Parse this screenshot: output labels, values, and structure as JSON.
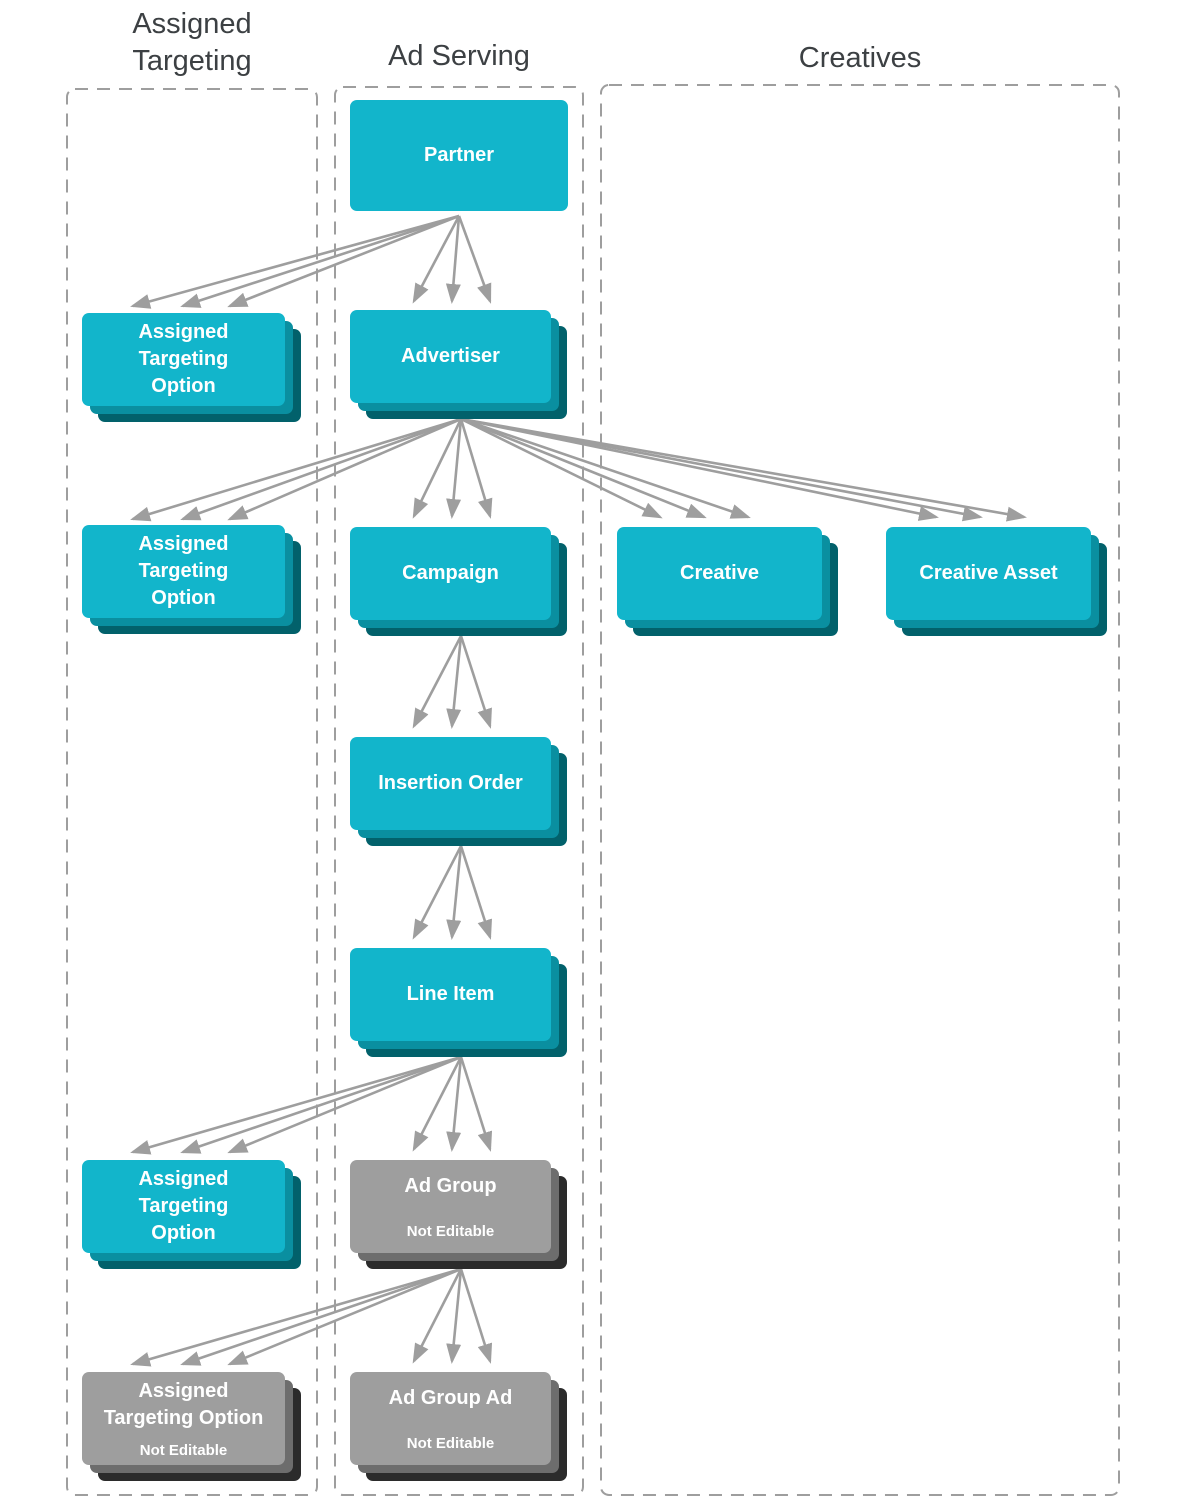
{
  "diagram": {
    "columns": {
      "assigned_targeting": {
        "label": [
          "Assigned",
          "Targeting"
        ]
      },
      "ad_serving": {
        "label": "Ad Serving"
      },
      "creatives": {
        "label": "Creatives"
      }
    },
    "nodes": {
      "partner": {
        "label": "Partner",
        "editable": true
      },
      "ato1": {
        "label": [
          "Assigned",
          "Targeting",
          "Option"
        ],
        "editable": true
      },
      "advertiser": {
        "label": "Advertiser",
        "editable": true
      },
      "ato2": {
        "label": [
          "Assigned",
          "Targeting",
          "Option"
        ],
        "editable": true
      },
      "campaign": {
        "label": "Campaign",
        "editable": true
      },
      "creative": {
        "label": "Creative",
        "editable": true
      },
      "creative_asset": {
        "label": "Creative Asset",
        "editable": true
      },
      "insertion_order": {
        "label": "Insertion Order",
        "editable": true
      },
      "line_item": {
        "label": "Line Item",
        "editable": true
      },
      "ato3": {
        "label": [
          "Assigned",
          "Targeting",
          "Option"
        ],
        "editable": true
      },
      "ad_group": {
        "label": "Ad Group",
        "sublabel": "Not Editable",
        "editable": false
      },
      "ato4": {
        "label": [
          "Assigned",
          "Targeting Option"
        ],
        "sublabel": "Not Editable",
        "editable": false
      },
      "ad_group_ad": {
        "label": "Ad Group Ad",
        "sublabel": "Not Editable",
        "editable": false
      }
    },
    "edges": [
      {
        "from": "partner",
        "to": "ato1",
        "lines": 3
      },
      {
        "from": "partner",
        "to": "advertiser",
        "lines": 3
      },
      {
        "from": "advertiser",
        "to": "ato2",
        "lines": 3
      },
      {
        "from": "advertiser",
        "to": "campaign",
        "lines": 3
      },
      {
        "from": "advertiser",
        "to": "creative",
        "lines": 3
      },
      {
        "from": "advertiser",
        "to": "creative_asset",
        "lines": 3
      },
      {
        "from": "campaign",
        "to": "insertion_order",
        "lines": 3
      },
      {
        "from": "insertion_order",
        "to": "line_item",
        "lines": 3
      },
      {
        "from": "line_item",
        "to": "ato3",
        "lines": 3
      },
      {
        "from": "line_item",
        "to": "ad_group",
        "lines": 3
      },
      {
        "from": "ad_group",
        "to": "ato4",
        "lines": 3
      },
      {
        "from": "ad_group",
        "to": "ad_group_ad",
        "lines": 3
      }
    ],
    "colors": {
      "editable_fill": "#12b5cb",
      "editable_shadow_mid": "#0a8fa0",
      "editable_shadow_dark": "#02616b",
      "not_editable_fill": "#9e9e9e",
      "not_editable_shadow_mid": "#6d6d6d",
      "not_editable_shadow_dark": "#2b2b2b",
      "arrow": "#9e9e9e",
      "frame_border": "#9e9e9e",
      "header_text": "#3c4043",
      "node_text": "#ffffff"
    }
  }
}
